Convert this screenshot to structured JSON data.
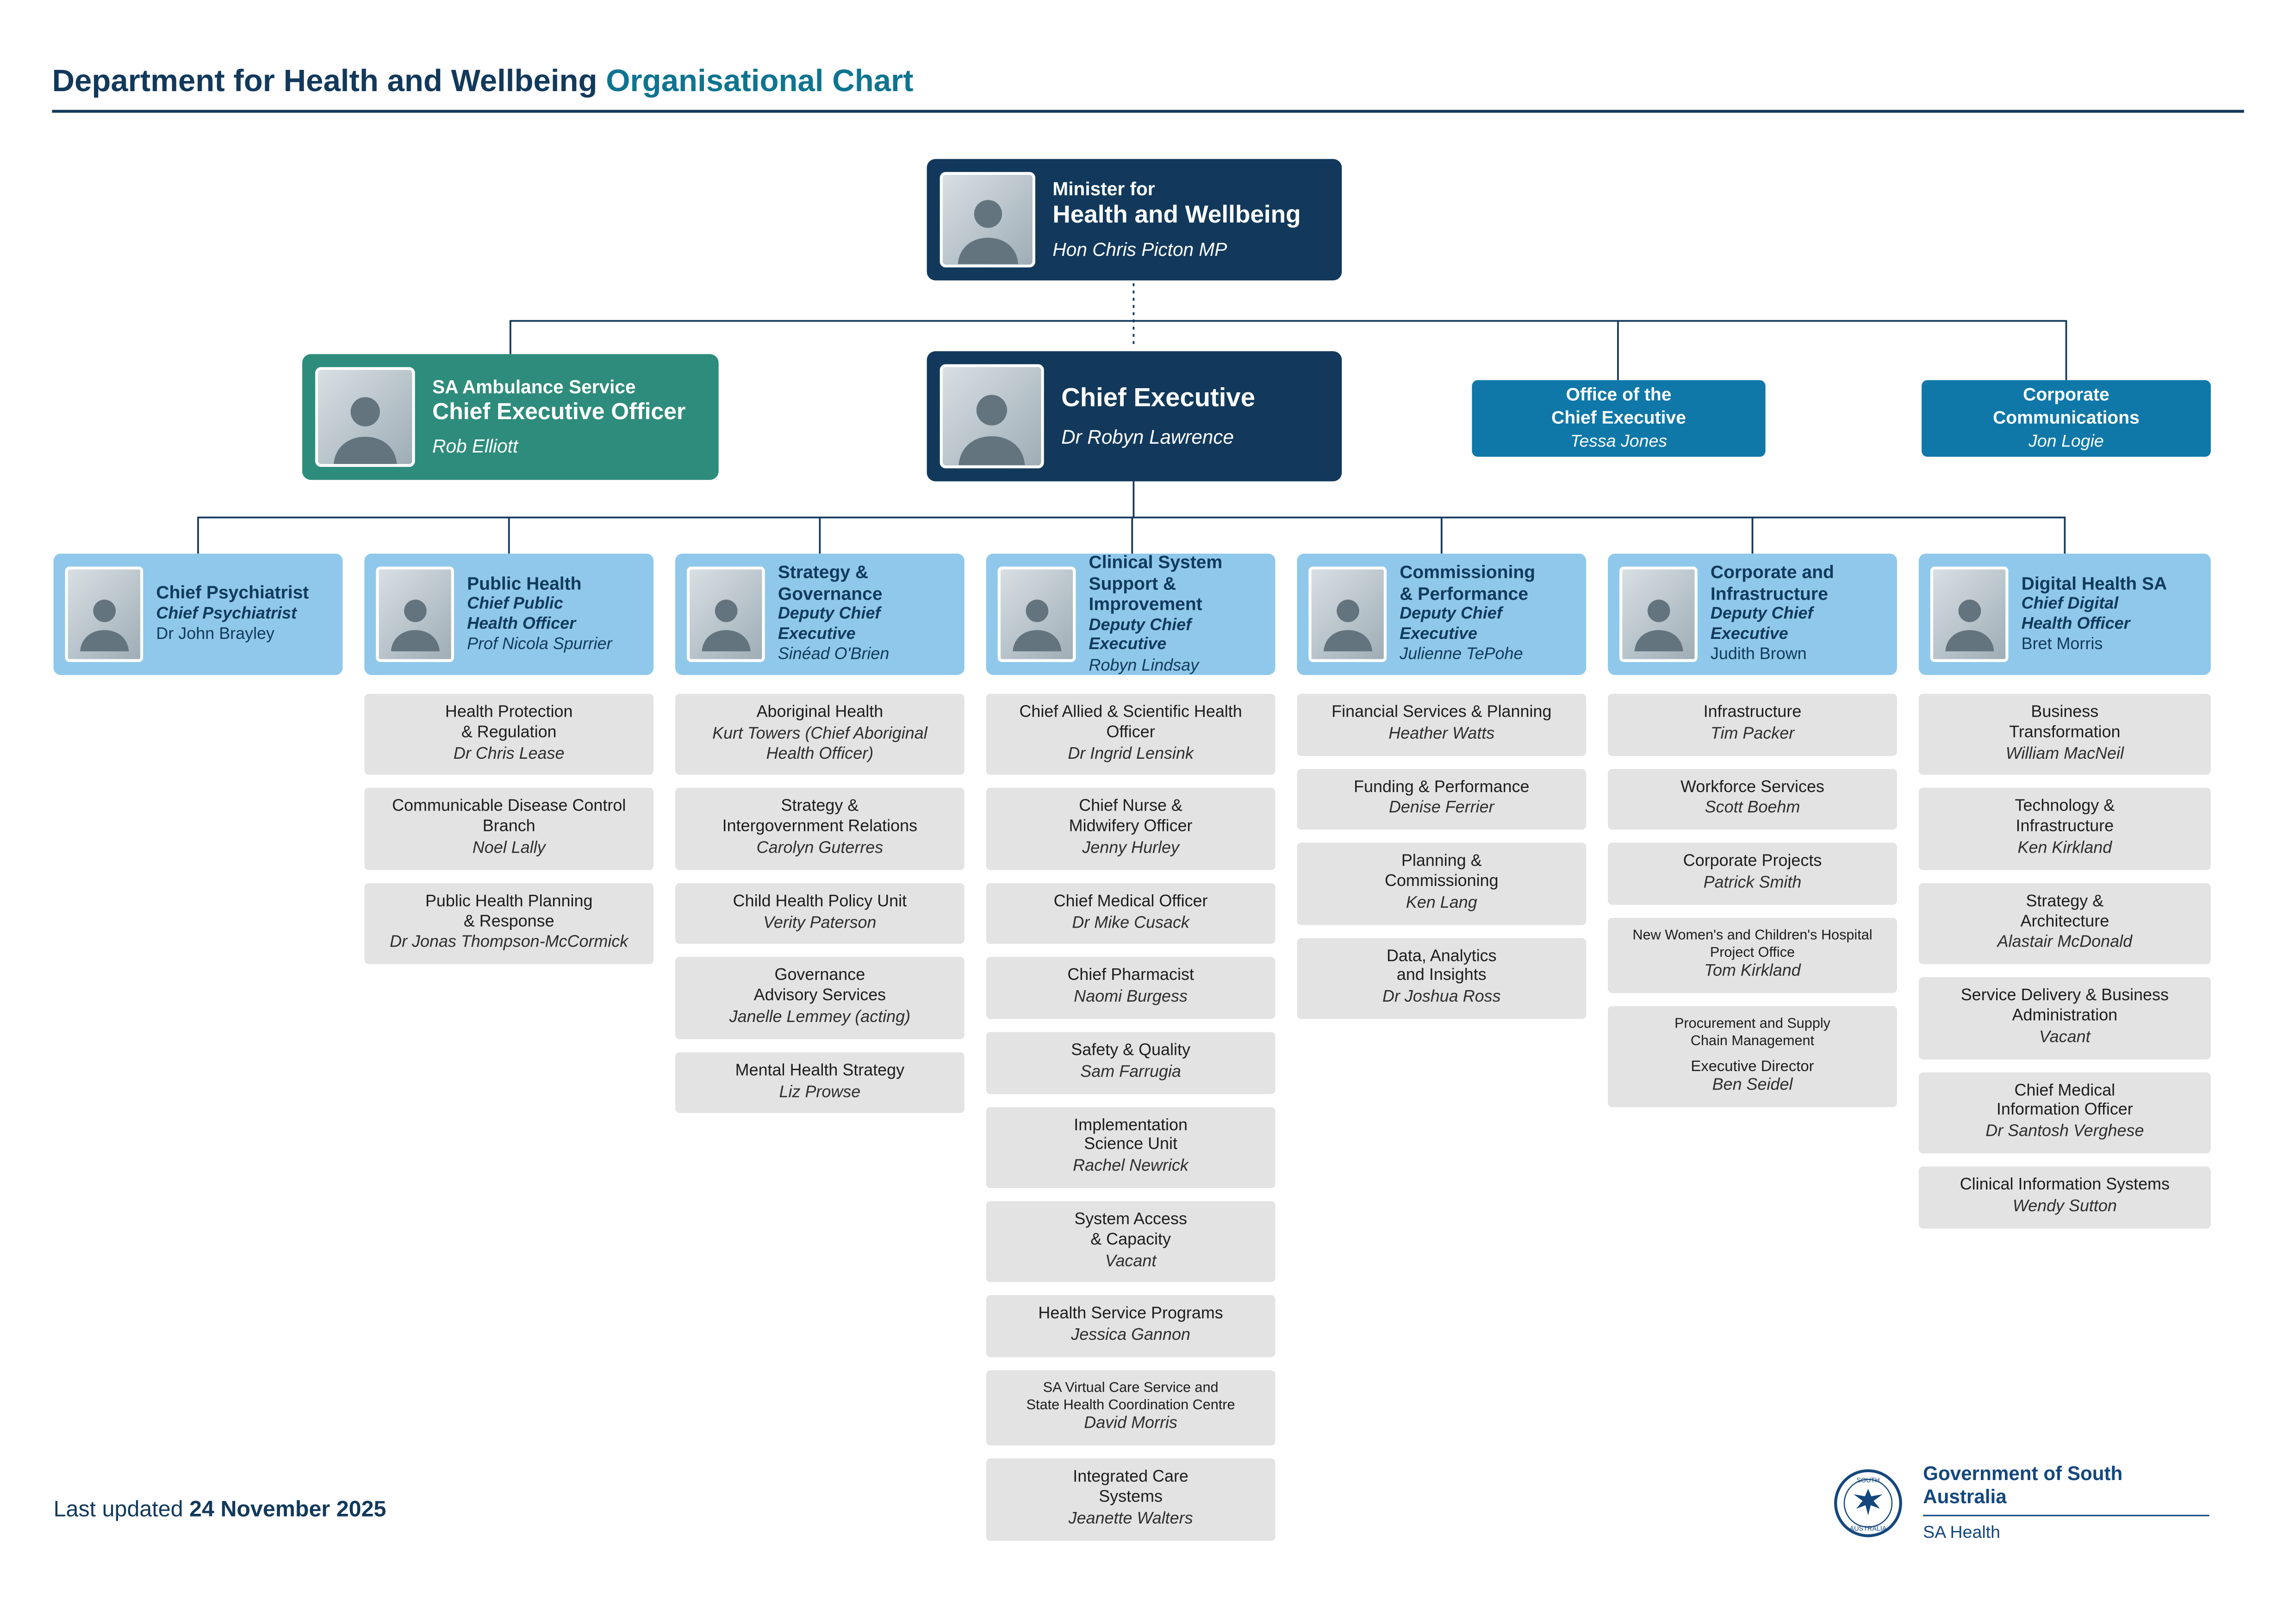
{
  "title": {
    "prefix": "Department for Health and Wellbeing ",
    "highlight": "Organisational Chart"
  },
  "minister": {
    "line1": "Minister for",
    "line2": "Health and Wellbeing",
    "name": "Hon Chris Picton MP"
  },
  "sa_ambulance": {
    "line1": "SA Ambulance Service",
    "line2": "Chief Executive Officer",
    "name": "Rob Elliott"
  },
  "chief_executive": {
    "title": "Chief Executive",
    "name": "Dr Robyn Lawrence"
  },
  "office_ce": {
    "line1": "Office of the",
    "line2": "Chief Executive",
    "name": "Tessa Jones"
  },
  "corp_comms": {
    "line1": "Corporate",
    "line2": "Communications",
    "name": "Jon Logie"
  },
  "columns": [
    {
      "title": "Chief Psychiatrist",
      "role": "Chief Psychiatrist",
      "name": "Dr John Brayley",
      "name_italic": false,
      "reports": []
    },
    {
      "title": "Public Health",
      "role": "Chief Public\nHealth Officer",
      "name": "Prof Nicola Spurrier",
      "name_italic": true,
      "reports": [
        {
          "title": "Health Protection\n& Regulation",
          "name": "Dr Chris Lease"
        },
        {
          "title": "Communicable Disease Control\nBranch",
          "name": "Noel Lally"
        },
        {
          "title": "Public Health Planning\n& Response",
          "name": "Dr Jonas Thompson-McCormick"
        }
      ]
    },
    {
      "title": "Strategy &\nGovernance",
      "role": "Deputy Chief Executive",
      "name": "Sinéad O'Brien",
      "name_italic": true,
      "reports": [
        {
          "title": "Aboriginal Health",
          "name": "Kurt Towers (Chief Aboriginal\nHealth Officer)"
        },
        {
          "title": "Strategy &\nIntergovernment Relations",
          "name": "Carolyn Guterres"
        },
        {
          "title": "Child Health Policy Unit",
          "name": "Verity Paterson"
        },
        {
          "title": "Governance\nAdvisory Services",
          "name": "Janelle Lemmey (acting)"
        },
        {
          "title": "Mental Health Strategy",
          "name": "Liz Prowse"
        }
      ]
    },
    {
      "title": "Clinical System\nSupport &\nImprovement",
      "role": "Deputy Chief Executive",
      "name": "Robyn Lindsay",
      "name_italic": true,
      "reports": [
        {
          "title": "Chief Allied & Scientific Health\nOfficer",
          "name": "Dr Ingrid Lensink"
        },
        {
          "title": "Chief Nurse &\nMidwifery Officer",
          "name": "Jenny Hurley"
        },
        {
          "title": "Chief Medical Officer",
          "name": "Dr Mike Cusack"
        },
        {
          "title": "Chief Pharmacist",
          "name": "Naomi Burgess"
        },
        {
          "title": "Safety & Quality",
          "name": "Sam Farrugia"
        },
        {
          "title": "Implementation\nScience Unit",
          "name": "Rachel Newrick"
        },
        {
          "title": "System Access\n& Capacity",
          "name": "Vacant"
        },
        {
          "title": "Health Service Programs",
          "name": "Jessica Gannon"
        },
        {
          "title": "SA Virtual Care Service and\nState Health Coordination Centre",
          "name": "David Morris",
          "small": true
        },
        {
          "title": "Integrated Care\nSystems",
          "name": "Jeanette Walters"
        }
      ]
    },
    {
      "title": "Commissioning\n& Performance",
      "role": "Deputy Chief Executive",
      "name": "Julienne TePohe",
      "name_italic": true,
      "reports": [
        {
          "title": "Financial Services & Planning",
          "name": "Heather Watts"
        },
        {
          "title": "Funding & Performance",
          "name": "Denise Ferrier"
        },
        {
          "title": "Planning &\nCommissioning",
          "name": "Ken Lang"
        },
        {
          "title": "Data, Analytics\nand Insights",
          "name": "Dr Joshua Ross"
        }
      ]
    },
    {
      "title": "Corporate and\nInfrastructure",
      "role": "Deputy Chief Executive",
      "name": "Judith Brown",
      "name_italic": false,
      "reports": [
        {
          "title": "Infrastructure",
          "name": "Tim Packer"
        },
        {
          "title": "Workforce Services",
          "name": "Scott Boehm"
        },
        {
          "title": "Corporate Projects",
          "name": "Patrick Smith"
        },
        {
          "title": "New Women's and Children's Hospital\nProject Office",
          "name": "Tom Kirkland",
          "small": true
        },
        {
          "title": "Procurement and Supply\nChain Management",
          "extra": "Executive Director",
          "name": "Ben Seidel",
          "small": true
        }
      ]
    },
    {
      "title": "Digital Health SA",
      "role": "Chief Digital\nHealth Officer",
      "name": "Bret Morris",
      "name_italic": false,
      "reports": [
        {
          "title": "Business\nTransformation",
          "name": "William MacNeil"
        },
        {
          "title": "Technology &\nInfrastructure",
          "name": "Ken Kirkland"
        },
        {
          "title": "Strategy &\nArchitecture",
          "name": "Alastair McDonald"
        },
        {
          "title": "Service Delivery & Business\nAdministration",
          "name": "Vacant"
        },
        {
          "title": "Chief Medical\nInformation Officer",
          "name": "Dr Santosh Verghese"
        },
        {
          "title": "Clinical Information Systems",
          "name": "Wendy Sutton"
        }
      ]
    }
  ],
  "footer": {
    "last_updated_label": "Last updated ",
    "last_updated_date": "24 November 2025"
  },
  "logo": {
    "gov_text": "Government of South Australia",
    "sub_text": "SA Health",
    "seal_top": "SOUTH",
    "seal_bottom": "AUSTRALIA"
  },
  "colors": {
    "navy": "#12395B",
    "teal": "#2E8C7C",
    "blue": "#0F78A8",
    "light_blue": "#8FC8EA",
    "gray": "#E3E3E3",
    "title_teal": "#0E7490"
  }
}
